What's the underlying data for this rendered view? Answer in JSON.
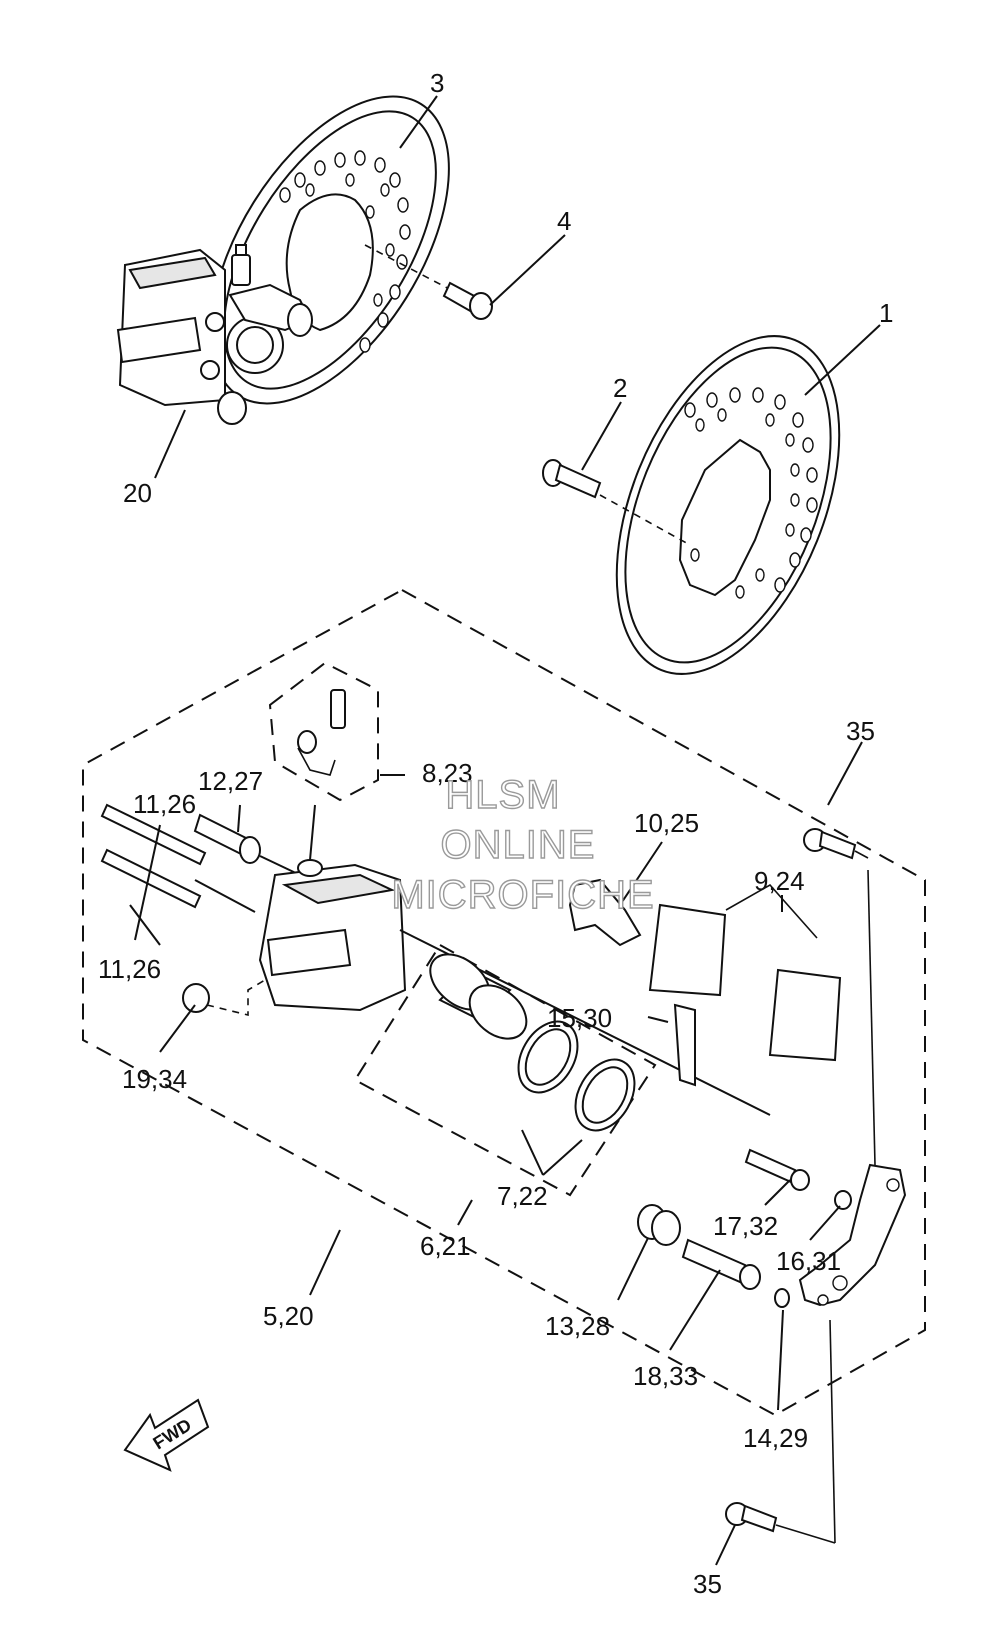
{
  "labels": {
    "p3": "3",
    "p4": "4",
    "p1": "1",
    "p2": "2",
    "p20": "20",
    "p35a": "35",
    "p823": "8,23",
    "p1227": "12,27",
    "p1126a": "11,26",
    "p1126b": "11,26",
    "p1025": "10,25",
    "p924": "9,24",
    "p1530": "15,30",
    "p1934": "19,34",
    "p722": "7,22",
    "p621": "6,21",
    "p1732": "17,32",
    "p1631": "16,31",
    "p520": "5,20",
    "p1328": "13,28",
    "p1833": "18,33",
    "p1429": "14,29",
    "p35b": "35"
  },
  "fwd_label": "FWD",
  "watermark": {
    "line1": "HLSM",
    "line2": "ONLINE",
    "line3": "MICROFICHE"
  }
}
